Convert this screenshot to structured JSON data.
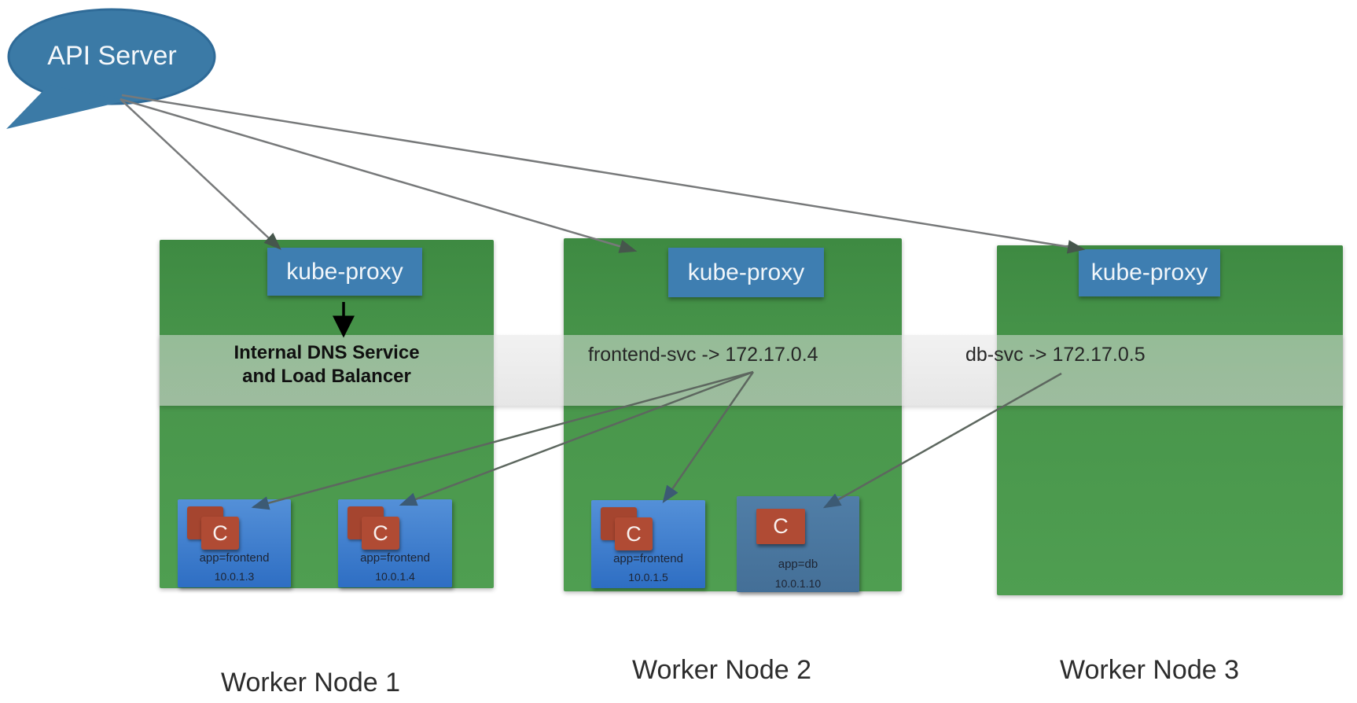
{
  "api_server": {
    "label": "API Server"
  },
  "nodes": [
    {
      "name": "Worker Node 1",
      "kube_proxy": "kube-proxy",
      "service": {
        "line1": "Internal DNS Service",
        "line2": "and Load Balancer"
      },
      "pods": [
        {
          "label": "app=frontend",
          "ip": "10.0.1.3",
          "container_letter": "C"
        },
        {
          "label": "app=frontend",
          "ip": "10.0.1.4",
          "container_letter": "C"
        }
      ]
    },
    {
      "name": "Worker Node 2",
      "kube_proxy": "kube-proxy",
      "service": {
        "mapping": "frontend-svc -> 172.17.0.4"
      },
      "pods": [
        {
          "label": "app=frontend",
          "ip": "10.0.1.5",
          "container_letter": "C"
        },
        {
          "label": "app=db",
          "ip": "10.0.1.10",
          "container_letter": "C"
        }
      ]
    },
    {
      "name": "Worker Node 3",
      "kube_proxy": "kube-proxy",
      "service": {
        "mapping": "db-svc -> 172.17.0.5"
      },
      "pods": []
    }
  ],
  "colors": {
    "node_green": "#48984b",
    "service_band": "#d6d6d6",
    "kube_proxy_blue": "#3e7eb1",
    "pod_blue": "#3c7ccd",
    "db_pod_blue": "#4d7ba3",
    "container_red": "#b04b34",
    "api_bubble_blue": "#3b7aa6",
    "api_arrow_gray": "#77797a",
    "service_arrow_gray": "#5d675f"
  }
}
